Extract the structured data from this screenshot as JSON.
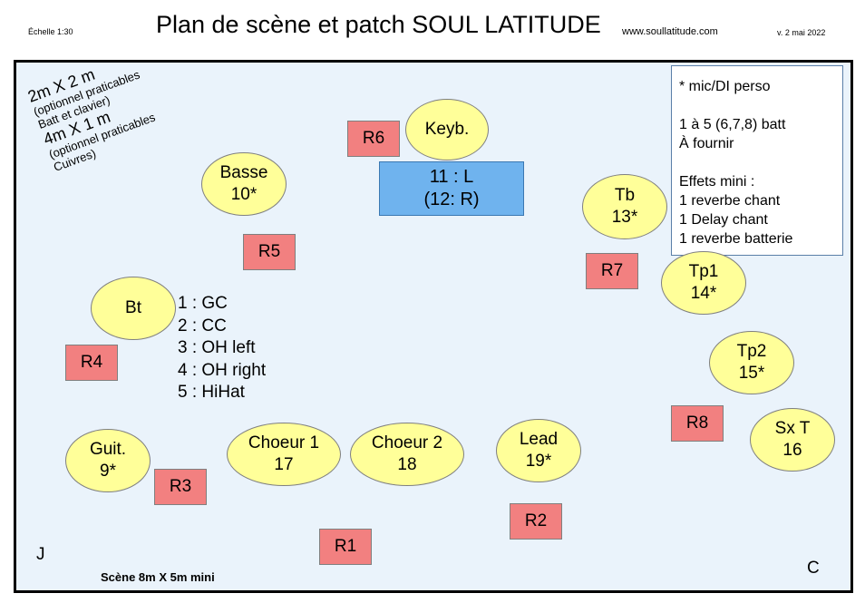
{
  "header": {
    "scale": "Échelle 1:30",
    "title": "Plan de scène et patch SOUL LATITUDE",
    "website": "www.soullatitude.com",
    "version": "v. 2 mai 2022"
  },
  "podiums": {
    "line1": "2m X 2 m",
    "line2": "(optionnel praticables",
    "line3": "Batt et clavier)",
    "line4": "4m X 1 m",
    "line5": "(optionnel praticables",
    "line6": "Cuivres)"
  },
  "notes": {
    "line1": "* mic/DI perso",
    "line2": "1 à 5 (6,7,8) batt",
    "line3": "À fournir",
    "line4": "Effets mini :",
    "line5": "1 reverbe  chant",
    "line6": "1 Delay chant",
    "line7": "1 reverbe batterie"
  },
  "keyboard_patch": {
    "line1": "11 : L",
    "line2": "(12: R)"
  },
  "drum_patch": [
    "1 : GC",
    "2 : CC",
    "3 : OH left",
    "4 : OH right",
    "5 : HiHat"
  ],
  "positions": {
    "keyb": {
      "name": "Keyb.",
      "channel": ""
    },
    "basse": {
      "name": "Basse",
      "channel": "10*"
    },
    "tb": {
      "name": "Tb",
      "channel": "13*"
    },
    "tp1": {
      "name": "Tp1",
      "channel": "14*"
    },
    "tp2": {
      "name": "Tp2",
      "channel": "15*"
    },
    "sxt": {
      "name": "Sx T",
      "channel": "16"
    },
    "bt": {
      "name": "Bt",
      "channel": ""
    },
    "guit": {
      "name": "Guit.",
      "channel": "9*"
    },
    "choeur1": {
      "name": "Choeur 1",
      "channel": "17"
    },
    "choeur2": {
      "name": "Choeur 2",
      "channel": "18"
    },
    "lead": {
      "name": "Lead",
      "channel": "19*"
    }
  },
  "monitors": {
    "r1": "R1",
    "r2": "R2",
    "r3": "R3",
    "r4": "R4",
    "r5": "R5",
    "r6": "R6",
    "r7": "R7",
    "r8": "R8"
  },
  "stage": {
    "mark_left": "J",
    "mark_right": "C",
    "size": "Scène 8m X 5m mini"
  },
  "colors": {
    "stage_bg": "#eaf3fb",
    "ellipse": "#ffff99",
    "monitor": "#f28080",
    "keyboard_patch": "#6fb3ee"
  }
}
